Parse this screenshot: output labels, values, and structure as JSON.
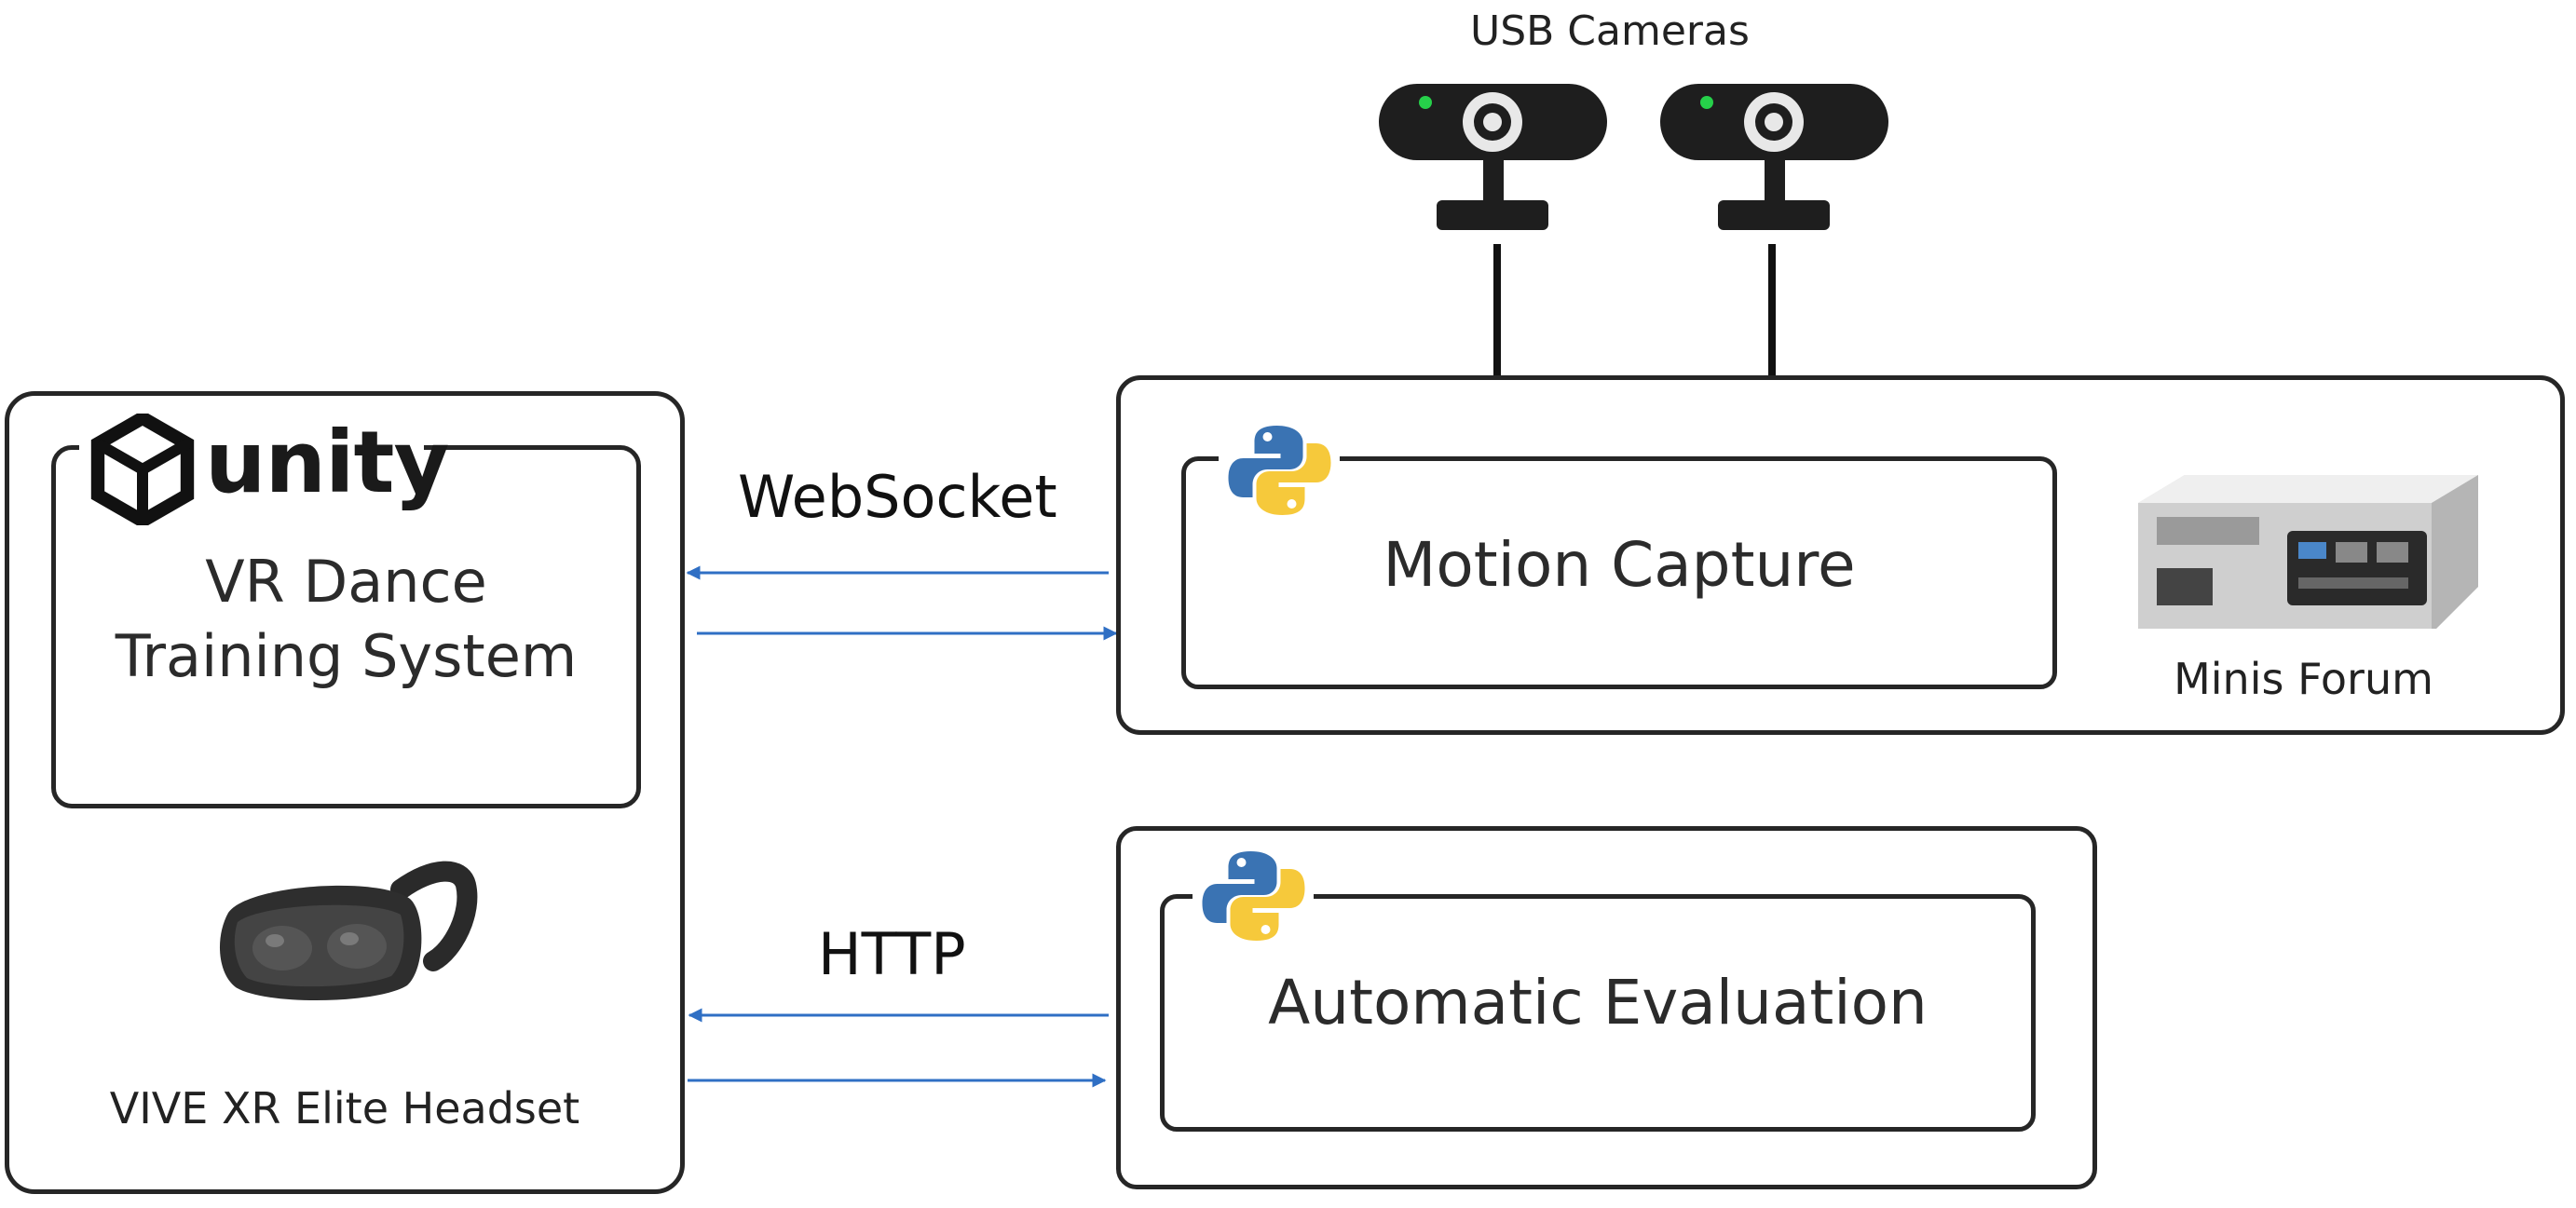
{
  "cameras": {
    "label": "USB Cameras"
  },
  "left_panel": {
    "brand": "unity",
    "title_line1": "VR Dance",
    "title_line2": "Training System",
    "headset_label": "VIVE XR Elite Headset"
  },
  "links": {
    "websocket": "WebSocket",
    "http": "HTTP"
  },
  "motion_server": {
    "module": "Motion Capture",
    "device_label": "Minis Forum"
  },
  "eval_server": {
    "module": "Automatic Evaluation"
  },
  "colors": {
    "arrow": "#2f6fc4",
    "border": "#262626"
  },
  "icons": [
    "unity-logo-icon",
    "python-logo-icon",
    "webcam-icon",
    "vr-headset-icon",
    "mini-pc-icon"
  ]
}
